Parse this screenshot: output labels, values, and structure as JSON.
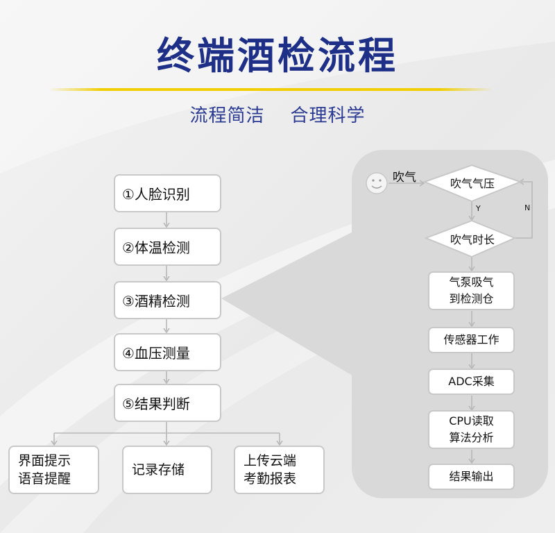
{
  "title": "终端酒检流程",
  "subtitle": "流程简洁    合理科学",
  "steps": [
    {
      "label": "①人脸识别"
    },
    {
      "label": "②体温检测"
    },
    {
      "label": "③酒精检测"
    },
    {
      "label": "④血压测量"
    },
    {
      "label": "⑤结果判断"
    }
  ],
  "outputs": [
    {
      "label": "界面提示\n语音提醒"
    },
    {
      "label": "记录存储"
    },
    {
      "label": "上传云端\n考勤报表"
    }
  ],
  "detail": {
    "start_label": "吹气",
    "decision_1": "吹气气压",
    "decision_2": "吹气时长",
    "yes_label": "Y",
    "no_label": "N",
    "process_steps": [
      {
        "label": "气泵吸气\n到检测仓"
      },
      {
        "label": "传感器工作"
      },
      {
        "label": "ADC采集"
      },
      {
        "label": "CPU读取\n算法分析"
      },
      {
        "label": "结果输出"
      }
    ]
  },
  "colors": {
    "title": "#1d2f86",
    "subtitle": "#2a3a92",
    "accent_line": "#f0ce00",
    "panel": "#d9d9d9",
    "connector": "#b8b8b8"
  }
}
